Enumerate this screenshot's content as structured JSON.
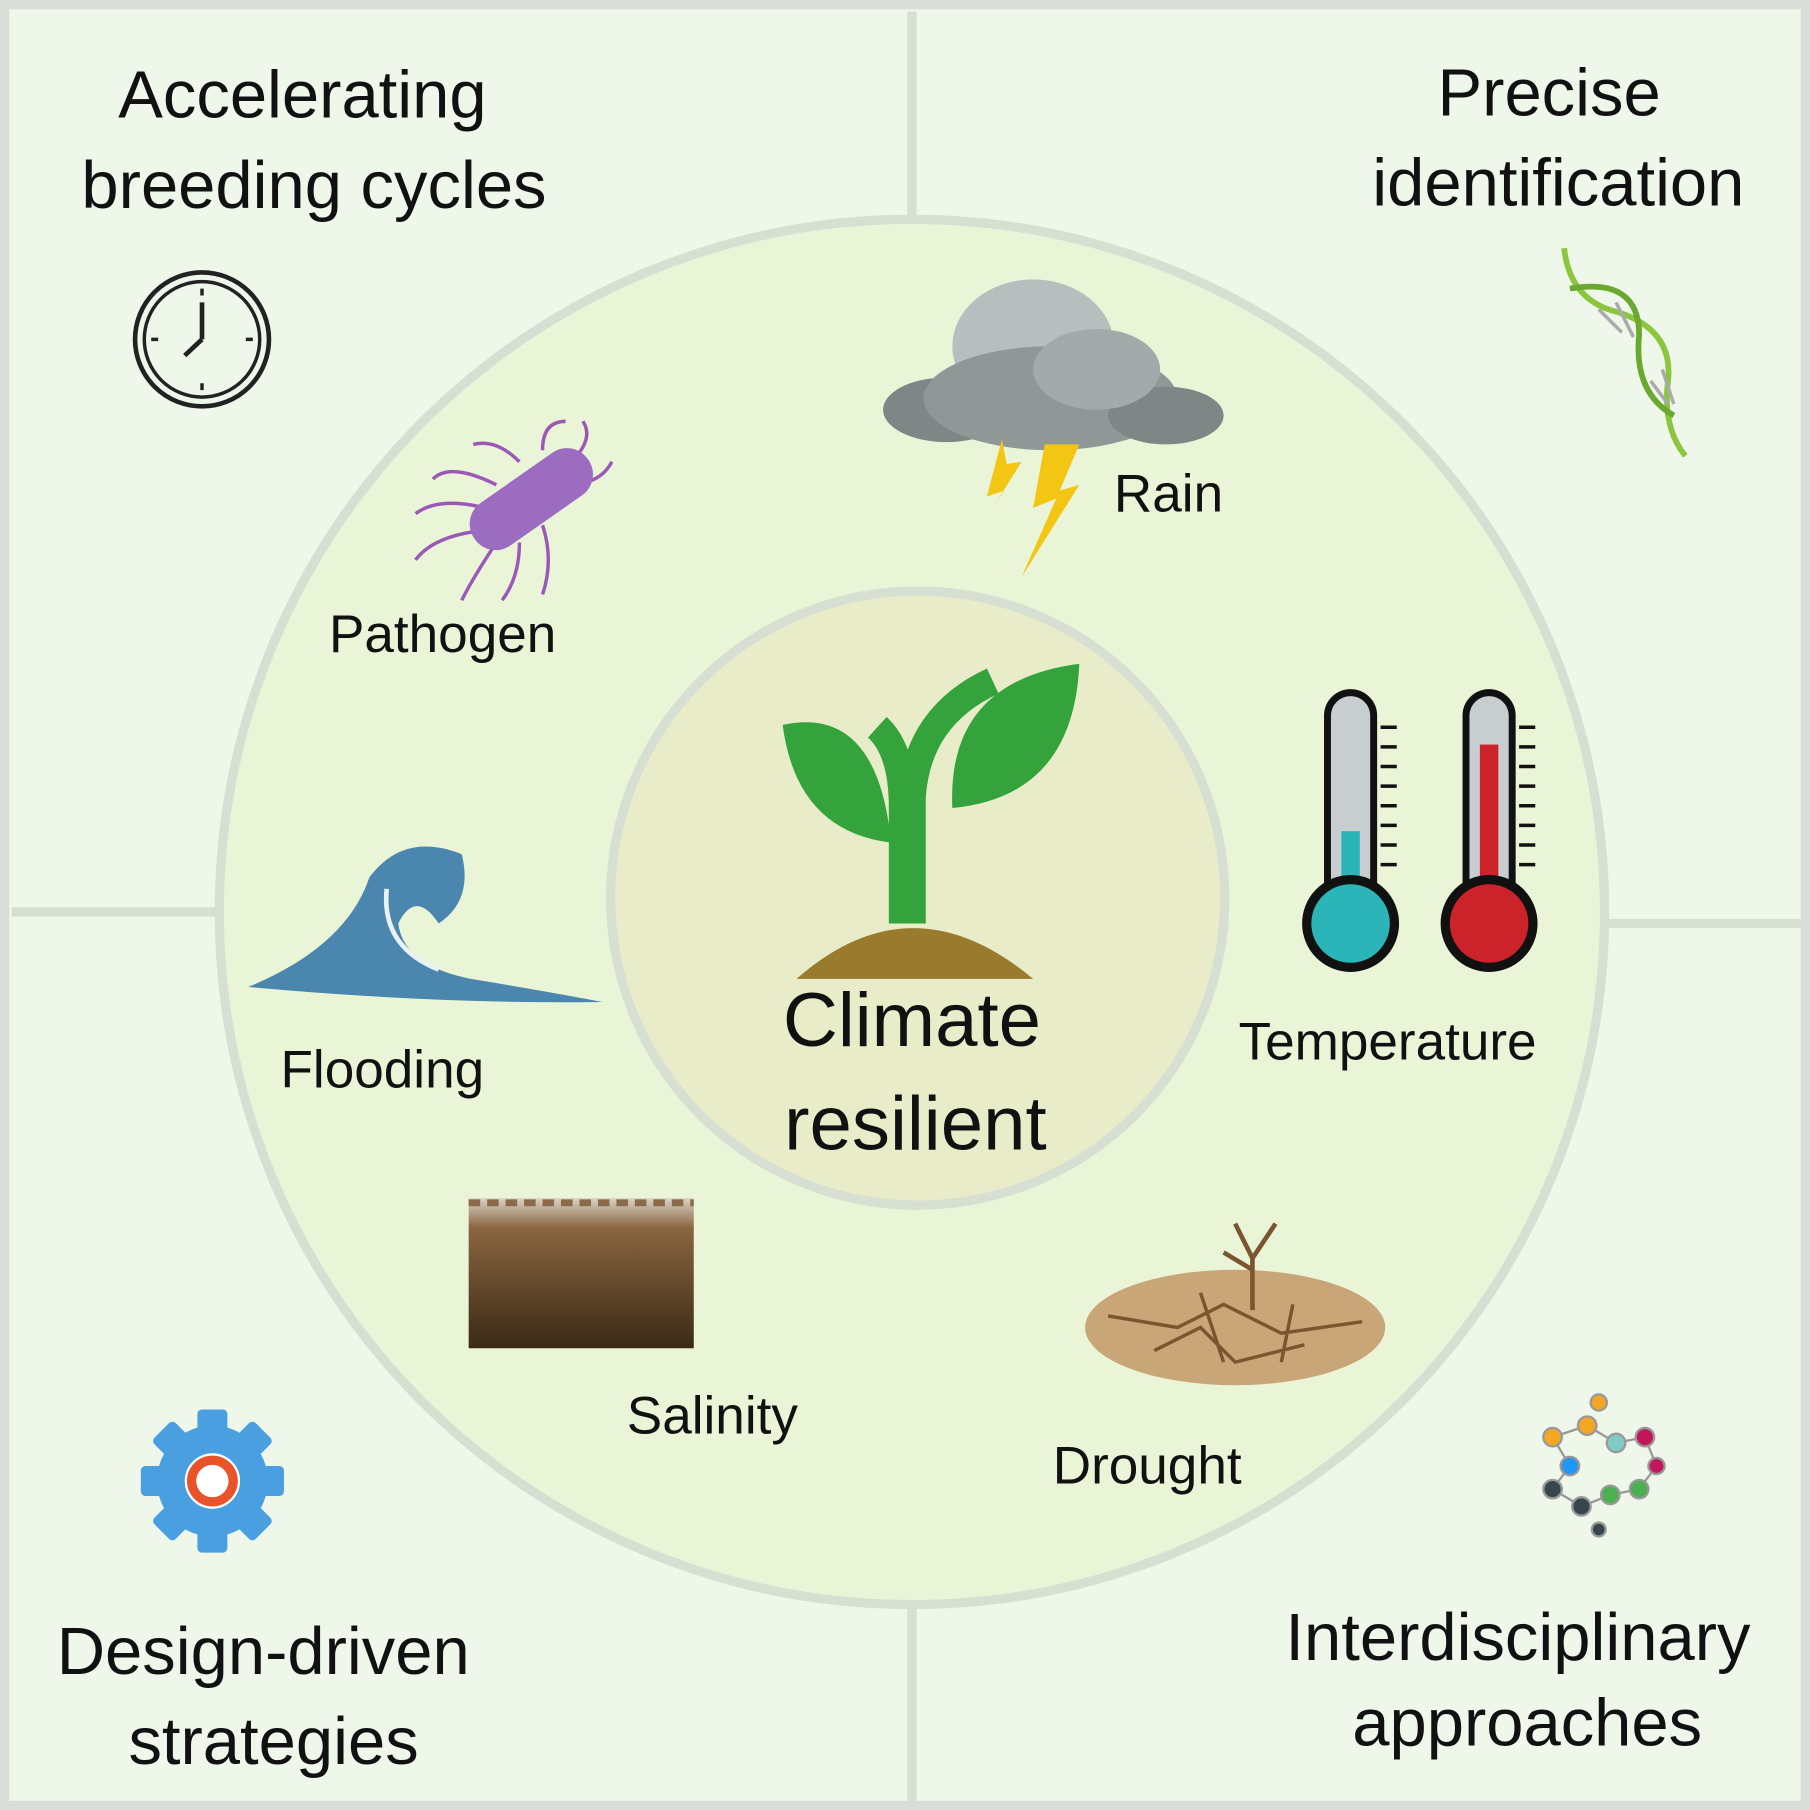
{
  "center": {
    "line1": "Climate",
    "line2": "resilient"
  },
  "corners": {
    "top_left": {
      "line1": "Accelerating",
      "line2": "breeding cycles",
      "icon": "clock-icon"
    },
    "top_right": {
      "line1": "Precise",
      "line2": "identification",
      "icon": "dna-icon"
    },
    "bottom_left": {
      "line1": "Design-driven",
      "line2": "strategies",
      "icon": "gear-icon"
    },
    "bottom_right": {
      "line1": "Interdisciplinary",
      "line2": "approaches",
      "icon": "network-icon"
    }
  },
  "stresses": {
    "rain": "Rain",
    "pathogen": "Pathogen",
    "temperature": "Temperature",
    "flooding": "Flooding",
    "salinity": "Salinity",
    "drought": "Drought"
  },
  "colors": {
    "background": "#eef7ea",
    "outer_ring": "#eaf5d8",
    "inner_circle": "#e9ecc8",
    "divider": "#d6dfd2",
    "leaf": "#34a33c",
    "soil": "#9a7a2c"
  }
}
